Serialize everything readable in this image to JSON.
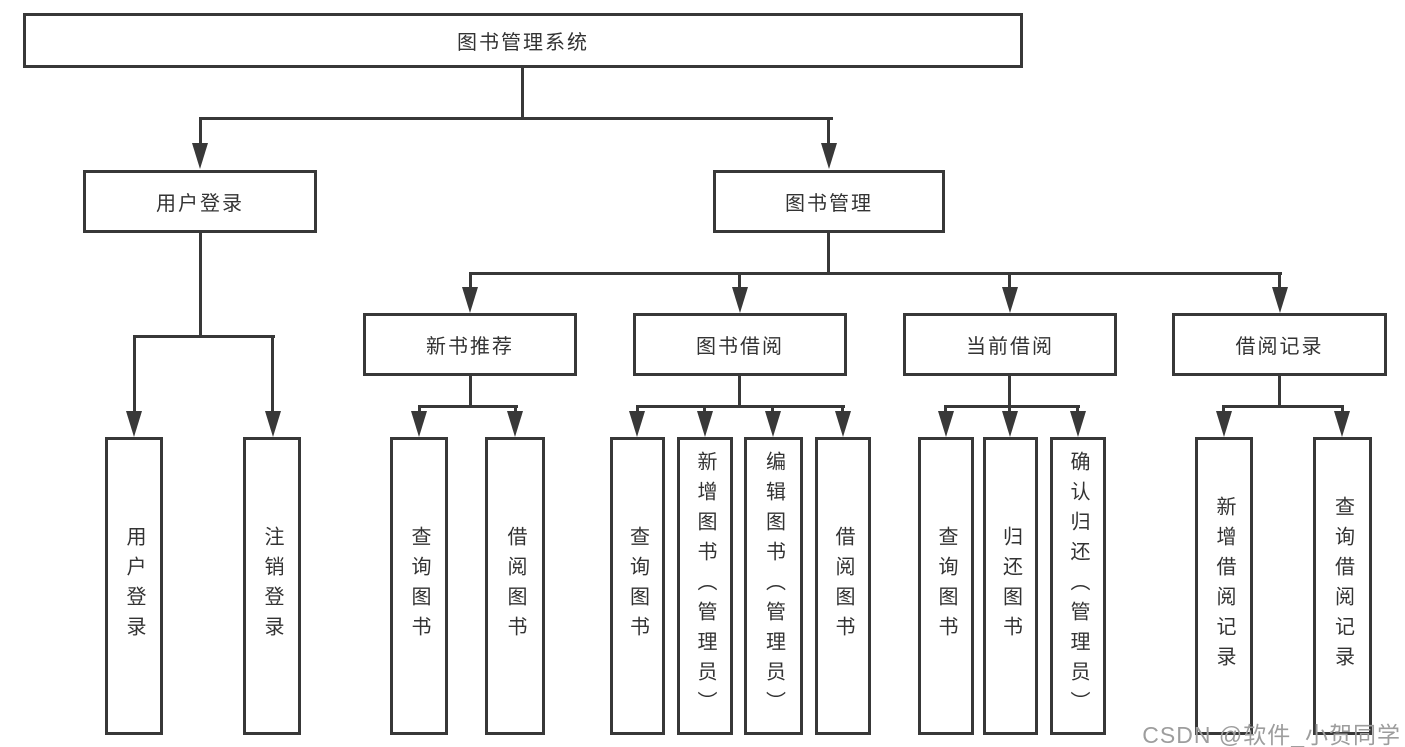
{
  "diagram": {
    "type": "hierarchy-tree",
    "title": "图书管理系统",
    "colors": {
      "line": "#383838",
      "text": "#333333",
      "background": "#ffffff",
      "watermark": "#9d9d9d"
    },
    "nodes": {
      "root": "图书管理系统",
      "user_login": "用户登录",
      "book_mgmt": "图书管理",
      "new_book_rec": "新书推荐",
      "book_borrow": "图书借阅",
      "current_borrow": "当前借阅",
      "borrow_record": "借阅记录",
      "leaf_user_login": "用户登录",
      "leaf_logout": "注销登录",
      "leaf_nb_query": "查询图书",
      "leaf_nb_borrow": "借阅图书",
      "leaf_bb_query": "查询图书",
      "leaf_bb_add": "新增图书（管理员）",
      "leaf_bb_edit": "编辑图书（管理员）",
      "leaf_bb_borrow": "借阅图书",
      "leaf_cb_query": "查询图书",
      "leaf_cb_return": "归还图书",
      "leaf_cb_confirm": "确认归还（管理员）",
      "leaf_br_add": "新增借阅记录",
      "leaf_br_query": "查询借阅记录"
    },
    "hierarchy": {
      "图书管理系统": {
        "用户登录": [
          "用户登录",
          "注销登录"
        ],
        "图书管理": {
          "新书推荐": [
            "查询图书",
            "借阅图书"
          ],
          "图书借阅": [
            "查询图书",
            "新增图书（管理员）",
            "编辑图书（管理员）",
            "借阅图书"
          ],
          "当前借阅": [
            "查询图书",
            "归还图书",
            "确认归还（管理员）"
          ],
          "借阅记录": [
            "新增借阅记录",
            "查询借阅记录"
          ]
        }
      }
    },
    "watermark": "CSDN @软件_小贺同学"
  }
}
